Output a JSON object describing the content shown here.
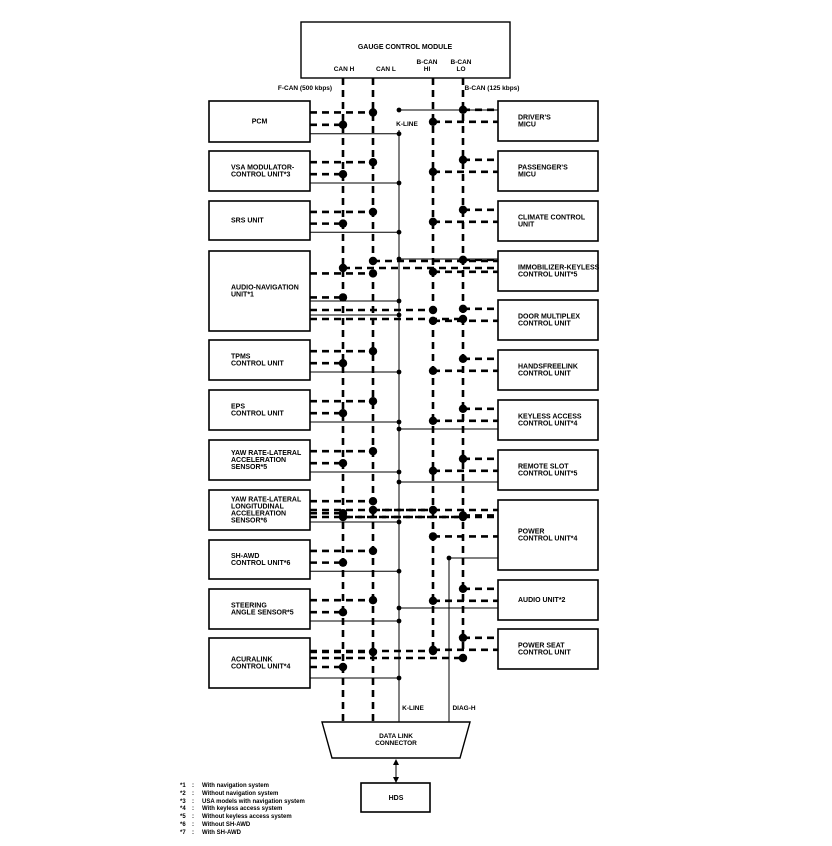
{
  "gauge": {
    "title": "GAUGE CONTROL MODULE"
  },
  "bus_labels": {
    "can_h": "CAN H",
    "can_l": "CAN L",
    "bcan_hi": [
      "B-CAN",
      "HI"
    ],
    "bcan_lo": [
      "B-CAN",
      "LO"
    ],
    "fcan": "F-CAN (500 kbps)",
    "bcan": "B-CAN (125 kbps)",
    "kline_top": "K-LINE",
    "kline_bottom": "K-LINE",
    "diag_h": "DIAG-H"
  },
  "left_units": [
    {
      "lines": [
        "PCM"
      ]
    },
    {
      "lines": [
        "VSA MODULATOR-",
        "CONTROL UNIT*3"
      ]
    },
    {
      "lines": [
        "SRS UNIT"
      ]
    },
    {
      "lines": [
        "AUDIO-NAVIGATION",
        "UNIT*1"
      ]
    },
    {
      "lines": [
        "TPMS",
        "CONTROL UNIT"
      ]
    },
    {
      "lines": [
        "EPS",
        "CONTROL UNIT"
      ]
    },
    {
      "lines": [
        "YAW RATE-LATERAL",
        "ACCELERATION",
        "SENSOR*5"
      ]
    },
    {
      "lines": [
        "YAW RATE-LATERAL",
        "LONGITUDINAL",
        "ACCELERATION",
        "SENSOR*6"
      ]
    },
    {
      "lines": [
        "SH-AWD",
        "CONTROL UNIT*6"
      ]
    },
    {
      "lines": [
        "STEERING",
        "ANGLE SENSOR*5"
      ]
    },
    {
      "lines": [
        "ACURALINK",
        "CONTROL UNIT*4"
      ]
    }
  ],
  "right_units": [
    {
      "lines": [
        "DRIVER'S",
        "MICU"
      ]
    },
    {
      "lines": [
        "PASSENGER'S",
        "MICU"
      ]
    },
    {
      "lines": [
        "CLIMATE CONTROL",
        "UNIT"
      ]
    },
    {
      "lines": [
        "IMMOBILIZER-KEYLESS",
        "CONTROL UNIT*5"
      ]
    },
    {
      "lines": [
        "DOOR MULTIPLEX",
        "CONTROL UNIT"
      ]
    },
    {
      "lines": [
        "HANDSFREELINK",
        "CONTROL UNIT"
      ]
    },
    {
      "lines": [
        "KEYLESS ACCESS",
        "CONTROL UNIT*4"
      ]
    },
    {
      "lines": [
        "REMOTE SLOT",
        "CONTROL UNIT*5"
      ]
    },
    {
      "lines": [
        "POWER",
        "CONTROL UNIT*4"
      ]
    },
    {
      "lines": [
        "AUDIO UNIT*2"
      ]
    },
    {
      "lines": [
        "POWER SEAT",
        "CONTROL UNIT"
      ]
    }
  ],
  "dlc": {
    "lines": [
      "DATA LINK",
      "CONNECTOR"
    ]
  },
  "hds": {
    "label": "HDS"
  },
  "legend": [
    {
      "key": "*1",
      "text": "With navigation system"
    },
    {
      "key": "*2",
      "text": "Without navigation system"
    },
    {
      "key": "*3",
      "text": "USA models with navigation system"
    },
    {
      "key": "*4",
      "text": "With keyless access system"
    },
    {
      "key": "*5",
      "text": "Without keyless access system"
    },
    {
      "key": "*6",
      "text": "Without SH-AWD"
    },
    {
      "key": "*7",
      "text": "With SH-AWD"
    }
  ]
}
